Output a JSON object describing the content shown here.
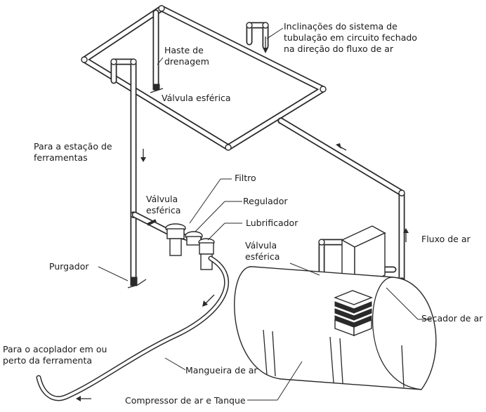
{
  "labels": {
    "loop_slope": "Inclinações do sistema de\ntubulação em circuito fechado\nna direção do fluxo de ar",
    "drain_leg": "Haste de\ndrenagem",
    "ball_valve_top": "Válvula esférica",
    "to_tool_station": "Para a estação de\nferramentas",
    "filter": "Filtro",
    "ball_valve_mid": "Válvula\nesférica",
    "regulator": "Regulador",
    "lubricator": "Lubrificador",
    "ball_valve_right": "Válvula\nesférica",
    "airflow": "Fluxo de ar",
    "drain_trap": "Purgador",
    "air_dryer": "Secador de ar",
    "to_coupler": "Para o acoplador em ou\nperto da ferramenta",
    "air_hose": "Mangueira de ar",
    "compressor_tank": "Compressor de ar e Tanque"
  },
  "colors": {
    "line": "#2a2a2a",
    "background": "#ffffff",
    "text": "#1a1a1a"
  }
}
